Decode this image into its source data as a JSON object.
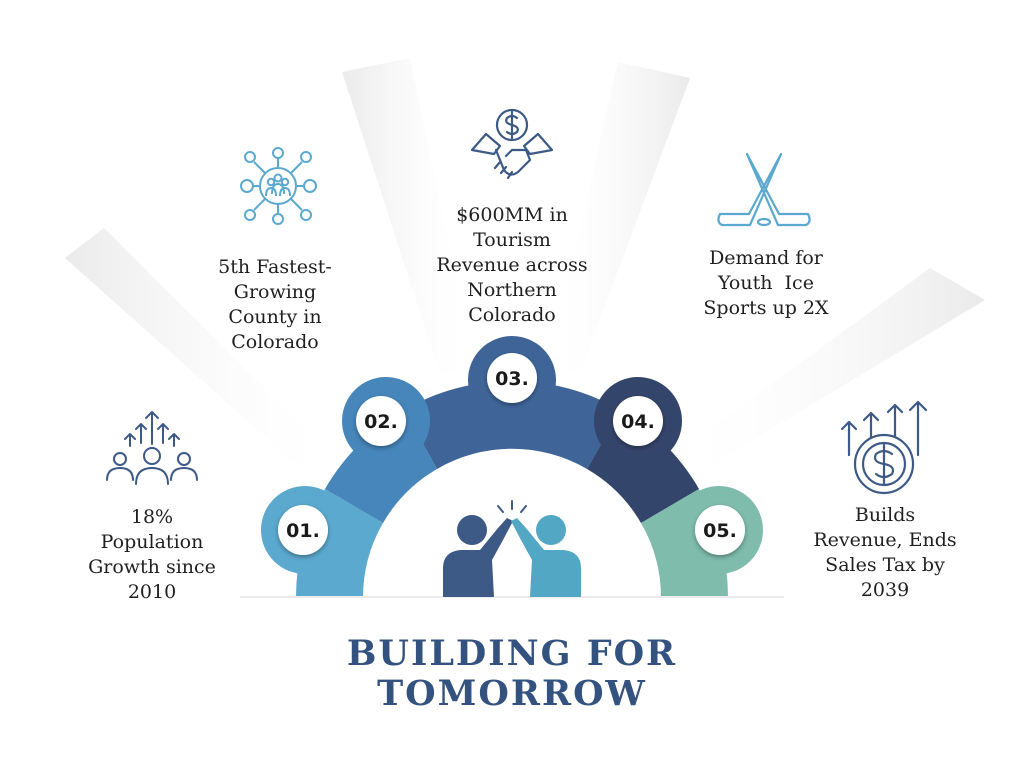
{
  "title": {
    "line1": "BUILDING FOR",
    "line2": "TOMORROW"
  },
  "colors": {
    "segment_01": "#5ba9cf",
    "segment_02": "#4686bb",
    "segment_03": "#3f6598",
    "segment_04": "#34456b",
    "segment_05": "#7fbcac",
    "icon": "#3d5a86",
    "title": "#34527f"
  },
  "items": [
    {
      "number": "01.",
      "icon": "people-growth-arrows-icon",
      "text": [
        "18%",
        "Population",
        "Growth since",
        "2010"
      ]
    },
    {
      "number": "02.",
      "icon": "network-people-icon",
      "text": [
        "5th Fastest-",
        "Growing",
        "County in",
        "Colorado"
      ]
    },
    {
      "number": "03.",
      "icon": "handshake-dollar-icon",
      "text": [
        "$600MM in",
        "Tourism",
        "Revenue across",
        "Northern",
        "Colorado"
      ]
    },
    {
      "number": "04.",
      "icon": "hockey-sticks-icon",
      "text": [
        "Demand for",
        "Youth  Ice",
        "Sports up 2X"
      ]
    },
    {
      "number": "05.",
      "icon": "dollar-coin-arrows-icon",
      "text": [
        "Builds",
        "Revenue, Ends",
        "Sales Tax by",
        "2039"
      ]
    }
  ],
  "center_icon": "high-five-icon"
}
